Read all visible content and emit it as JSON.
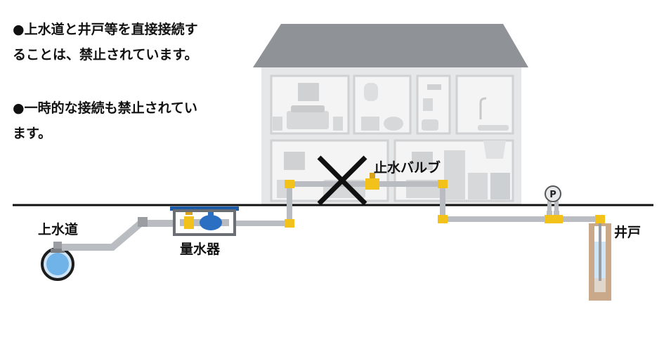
{
  "notes": {
    "line1": "●上水道と井戸等を直接接続す",
    "line2": "ることは、禁止されています。",
    "line3": "●一時的な接続も禁止されてい",
    "line4": "ます。"
  },
  "labels": {
    "water_main": "上水道",
    "meter": "量水器",
    "stop_valve": "止水バルブ",
    "well": "井戸",
    "pump": "P"
  },
  "icons": {
    "prohibited": "cross-mark-icon",
    "pump": "pump-icon",
    "meter": "water-meter-icon"
  },
  "colors": {
    "pipe": "#b9bcc0",
    "pipe_dark": "#9a9ea3",
    "fitting": "#f2c21a",
    "house": "#e9eaeb",
    "roof": "#8c8f94",
    "meter_body": "#2a6fc2",
    "ground": "#111111",
    "well": "#c9a98a"
  }
}
